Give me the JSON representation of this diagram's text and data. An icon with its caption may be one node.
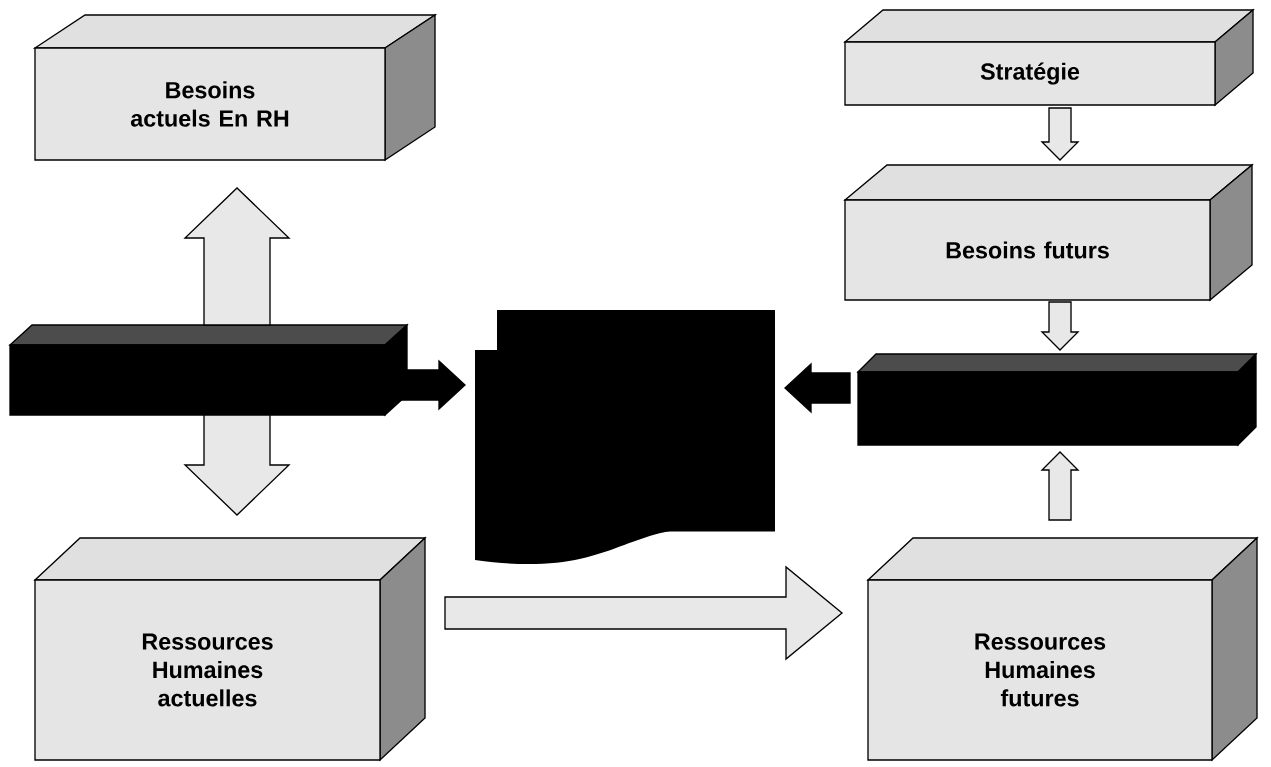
{
  "diagram": {
    "nodes": [
      {
        "text": [
          "Besoins actuels En RH"
        ]
      },
      {
        "text": [
          "Stratégie"
        ]
      },
      {
        "text": [
          "Besoins futurs"
        ]
      },
      {
        "text": [],
        "shape": "bar"
      },
      {
        "text": [],
        "shape": "document"
      },
      {
        "text": [],
        "shape": "bar"
      },
      {
        "text": [
          "Ressources Humaines actuelles"
        ]
      },
      {
        "text": [
          "Ressources Humaines futures"
        ]
      }
    ],
    "edges": [
      {
        "from": 3,
        "to": 0,
        "arrow": "to"
      },
      {
        "from": 3,
        "to": 6,
        "arrow": "to"
      },
      {
        "from": 3,
        "to": 4,
        "arrow": "to",
        "color": "#000000"
      },
      {
        "from": 1,
        "to": 2,
        "arrow": "to"
      },
      {
        "from": 2,
        "to": 5,
        "arrow": "to"
      },
      {
        "from": 7,
        "to": 5,
        "arrow": "to"
      },
      {
        "from": 5,
        "to": 4,
        "arrow": "to",
        "color": "#000000"
      },
      {
        "from": 6,
        "to": 7,
        "arrow": "to"
      }
    ]
  }
}
